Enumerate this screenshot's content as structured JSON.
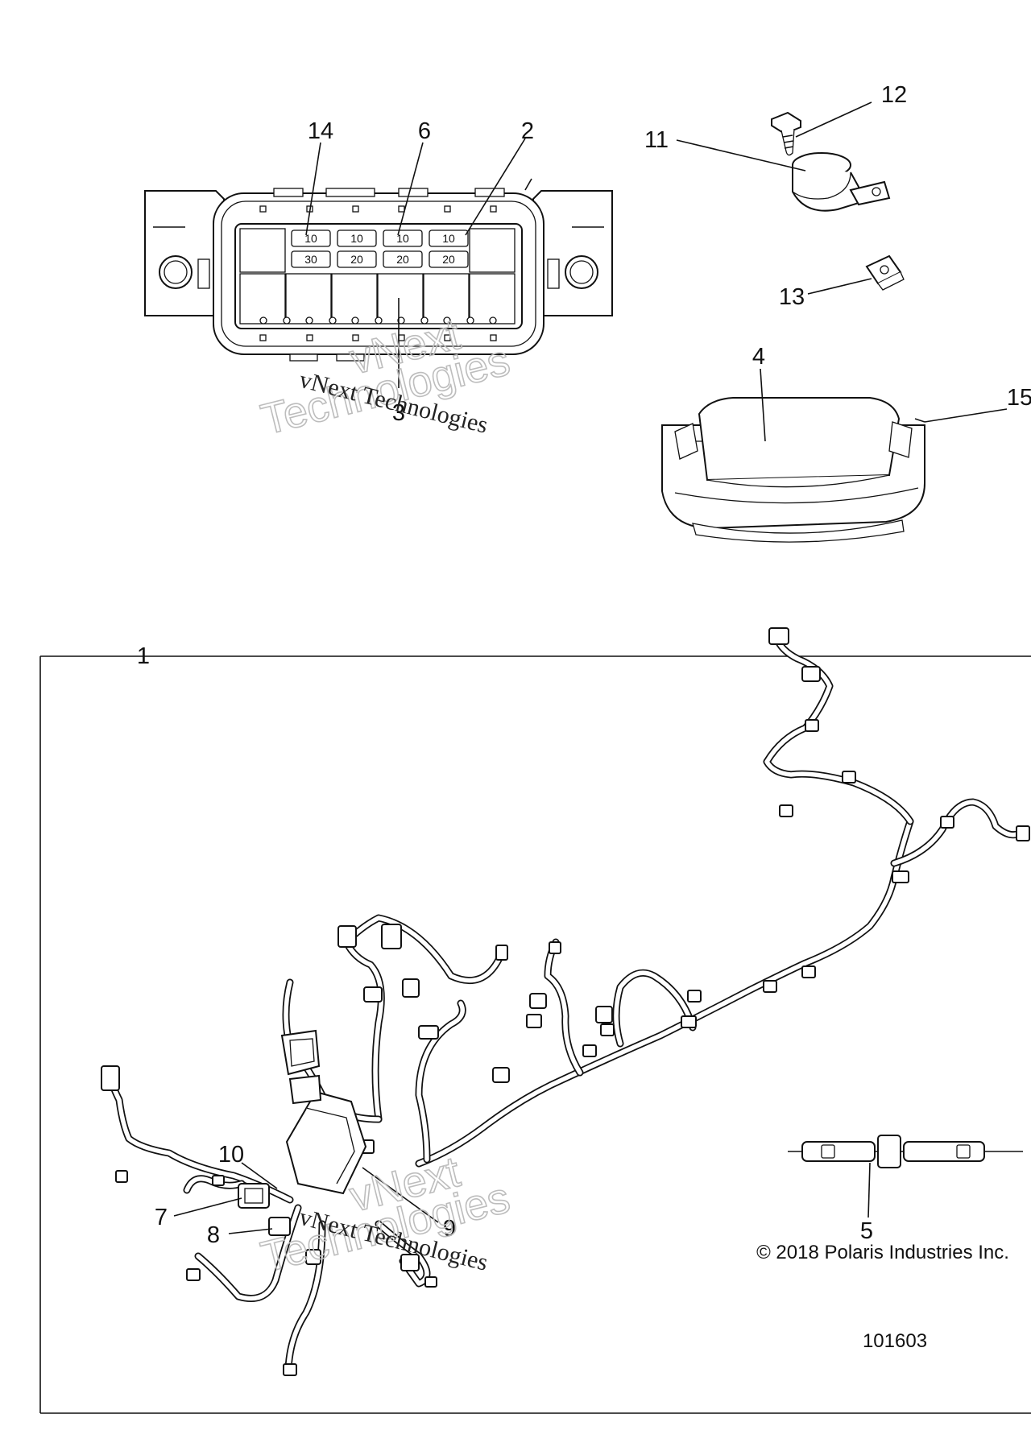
{
  "callouts": [
    {
      "id": "c1",
      "label": "1"
    },
    {
      "id": "c2",
      "label": "2"
    },
    {
      "id": "c3",
      "label": "3"
    },
    {
      "id": "c4",
      "label": "4"
    },
    {
      "id": "c5",
      "label": "5"
    },
    {
      "id": "c6",
      "label": "6"
    },
    {
      "id": "c7",
      "label": "7"
    },
    {
      "id": "c8",
      "label": "8"
    },
    {
      "id": "c9",
      "label": "9"
    },
    {
      "id": "c10",
      "label": "10"
    },
    {
      "id": "c11",
      "label": "11"
    },
    {
      "id": "c12",
      "label": "12"
    },
    {
      "id": "c13",
      "label": "13"
    },
    {
      "id": "c14",
      "label": "14"
    },
    {
      "id": "c15",
      "label": "15"
    }
  ],
  "fuse_box": {
    "top_row": [
      "10",
      "10",
      "10",
      "10"
    ],
    "bottom_row": [
      "30",
      "20",
      "20",
      "20"
    ]
  },
  "watermark": {
    "serif_text": "vNext Technologies",
    "outline_line1": "vNext",
    "outline_line2": "Technologies"
  },
  "copyright": "© 2018 Polaris Industries Inc.",
  "diagram_number": "101603"
}
